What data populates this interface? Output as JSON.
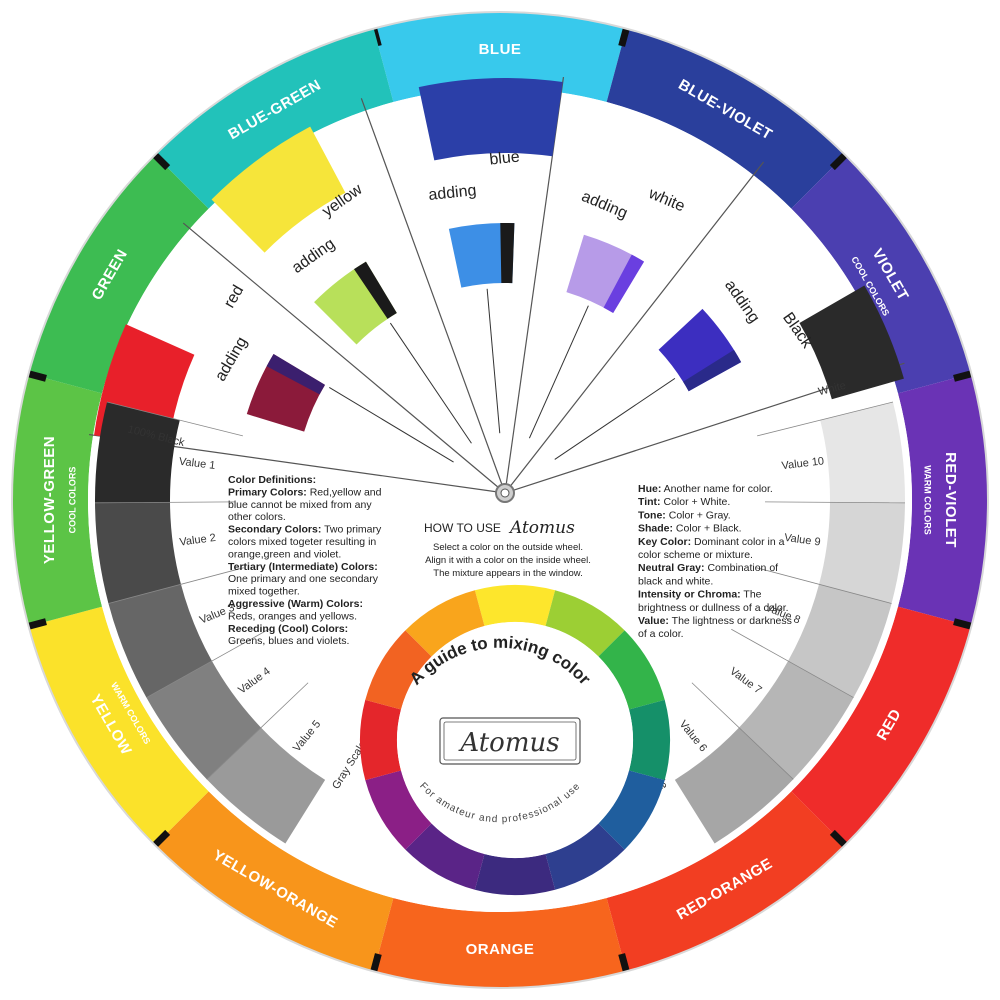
{
  "outer_ring": [
    {
      "label": "BLUE",
      "color": "#38c9ec"
    },
    {
      "label": "BLUE-VIOLET",
      "color": "#2a3f9c"
    },
    {
      "label": "VIOLET",
      "sub": "COOL COLORS",
      "color": "#4b3fb0"
    },
    {
      "label": "RED-VIOLET",
      "sub": "WARM COLORS",
      "color": "#6a33b5"
    },
    {
      "label": "RED",
      "color": "#ef2c2a"
    },
    {
      "label": "RED-ORANGE",
      "color": "#f23e22"
    },
    {
      "label": "ORANGE",
      "color": "#f7651d"
    },
    {
      "label": "YELLOW-ORANGE",
      "color": "#f8951b"
    },
    {
      "label": "YELLOW",
      "sub": "WARM COLORS",
      "color": "#fbe22a"
    },
    {
      "label": "YELLOW-GREEN",
      "sub": "COOL COLORS",
      "color": "#5cc446"
    },
    {
      "label": "GREEN",
      "color": "#3dbc52"
    },
    {
      "label": "BLUE-GREEN",
      "color": "#22c2ba"
    }
  ],
  "mixing_windows": [
    {
      "verb": "adding",
      "noun": "red"
    },
    {
      "verb": "adding",
      "noun": "yellow"
    },
    {
      "verb": "adding",
      "noun": "blue"
    },
    {
      "verb": "adding",
      "noun": "white"
    },
    {
      "verb": "adding",
      "noun": "Black"
    }
  ],
  "value_scale_left": {
    "top_note": "100% Black",
    "values": [
      "Value 1",
      "Value 2",
      "Value 3",
      "Value 4",
      "Value 5"
    ],
    "bottom_note": "Gray Scale"
  },
  "value_scale_right": {
    "top_note": "White",
    "values": [
      "Value 10",
      "Value 9",
      "Value 8",
      "Value 7",
      "Value 6"
    ],
    "bottom_note": "Gray Scale"
  },
  "definitions_left": [
    {
      "term": "Color Definitions:",
      "text": ""
    },
    {
      "term": "Primary Colors:",
      "text": " Red,yellow and"
    },
    {
      "term": "",
      "text": "blue cannot be mixed from any"
    },
    {
      "term": "",
      "text": "other colors."
    },
    {
      "term": "Secondary Colors:",
      "text": " Two primary"
    },
    {
      "term": "",
      "text": "colors mixed togeter resulting in"
    },
    {
      "term": "",
      "text": "orange,green and violet."
    },
    {
      "term": "Tertiary (Intermediate) Colors:",
      "text": ""
    },
    {
      "term": "",
      "text": "One primary and one secondary"
    },
    {
      "term": "",
      "text": "mixed together."
    },
    {
      "term": "Aggressive (Warm) Colors:",
      "text": ""
    },
    {
      "term": "",
      "text": "Reds, oranges and yellows."
    },
    {
      "term": "Receding (Cool) Colors:",
      "text": ""
    },
    {
      "term": "",
      "text": "Greens, blues and violets."
    }
  ],
  "definitions_right": [
    {
      "term": "Hue:",
      "text": " Another name for color."
    },
    {
      "term": "Tint:",
      "text": " Color + White."
    },
    {
      "term": "Tone:",
      "text": " Color + Gray."
    },
    {
      "term": "Shade:",
      "text": " Color + Black."
    },
    {
      "term": "Key Color:",
      "text": " Dominant color in a"
    },
    {
      "term": "",
      "text": "color scheme or mixture."
    },
    {
      "term": "Neutral Gray:",
      "text": " Combination of"
    },
    {
      "term": "",
      "text": "black and white."
    },
    {
      "term": "Intensity or Chroma:",
      "text": " The"
    },
    {
      "term": "",
      "text": "brightness or dullness of a color."
    },
    {
      "term": "Value:",
      "text": " The lightness or darkness"
    },
    {
      "term": "",
      "text": "of a color."
    }
  ],
  "how_to_use": {
    "title": "HOW TO USE",
    "brand": "Atomus",
    "lines": [
      "Select a color on the outside wheel.",
      "Align it with a color on the inside wheel.",
      "The mixture appears in the window."
    ]
  },
  "inner_wheel": {
    "arc_title": "A guide to mixing color",
    "brand": "Atomus",
    "footer": "For amateur and professional use",
    "colors": [
      "#fde62c",
      "#9ccf34",
      "#33b44a",
      "#159069",
      "#1f5e9e",
      "#2e3f8f",
      "#3c2a7f",
      "#5a2487",
      "#8b1f86",
      "#e4262b",
      "#f26322",
      "#f9a51c"
    ]
  }
}
